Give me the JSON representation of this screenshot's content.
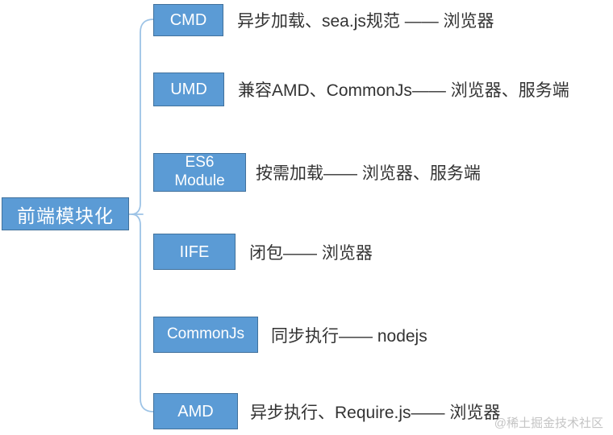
{
  "root": {
    "label": "前端模块化"
  },
  "nodes": [
    {
      "id": "cmd",
      "label": "CMD",
      "description": "异步加载、sea.js规范 —— 浏览器"
    },
    {
      "id": "umd",
      "label": "UMD",
      "description": "兼容AMD、CommonJs—— 浏览器、服务端"
    },
    {
      "id": "es6-module",
      "label": "ES6 Module",
      "description": "按需加载—— 浏览器、服务端"
    },
    {
      "id": "iife",
      "label": "IIFE",
      "description": "闭包—— 浏览器"
    },
    {
      "id": "commonjs",
      "label": "CommonJs",
      "description": "同步执行—— nodejs"
    },
    {
      "id": "amd",
      "label": "AMD",
      "description": "异步执行、Require.js—— 浏览器"
    }
  ],
  "watermark": "@稀土掘金技术社区",
  "colors": {
    "node_fill": "#5b9bd5",
    "node_border": "#41719c",
    "connector": "#9dc3e6",
    "text": "#333333",
    "watermark": "#c4c4c4"
  }
}
